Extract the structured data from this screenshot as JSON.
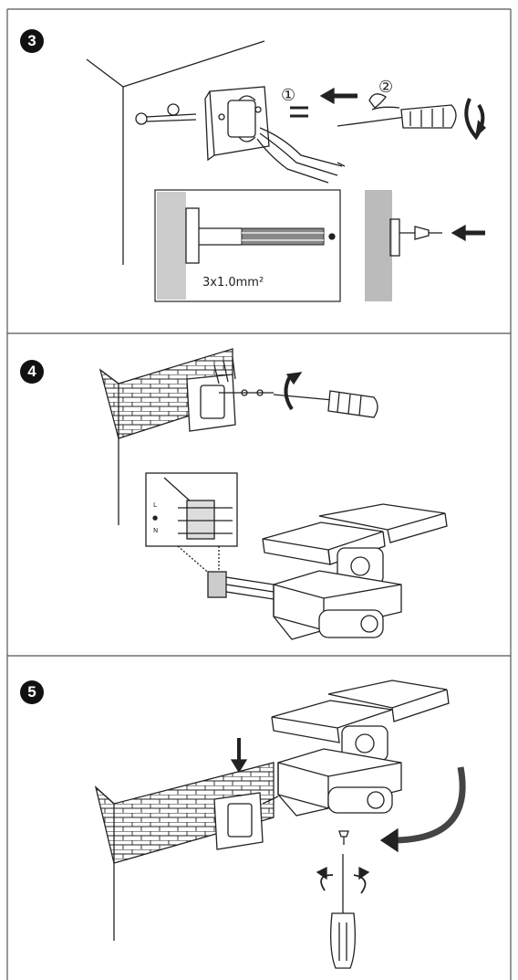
{
  "steps": [
    {
      "number": "3"
    },
    {
      "number": "4"
    },
    {
      "number": "5"
    }
  ],
  "step3": {
    "callout_1": "①",
    "callout_2": "②",
    "cable_spec": "3x1.0mm²"
  },
  "step4": {
    "terminal_labels": [
      "L",
      "●",
      "N"
    ]
  },
  "colors": {
    "line": "#222222",
    "panel_border": "#555555",
    "badge": "#111111"
  },
  "icons": [
    "screwdriver-icon",
    "rotate-arrow-icon",
    "push-arrow-icon",
    "wall-plug-icon",
    "screw-icon",
    "brick-wall",
    "floodlight-fixture"
  ]
}
